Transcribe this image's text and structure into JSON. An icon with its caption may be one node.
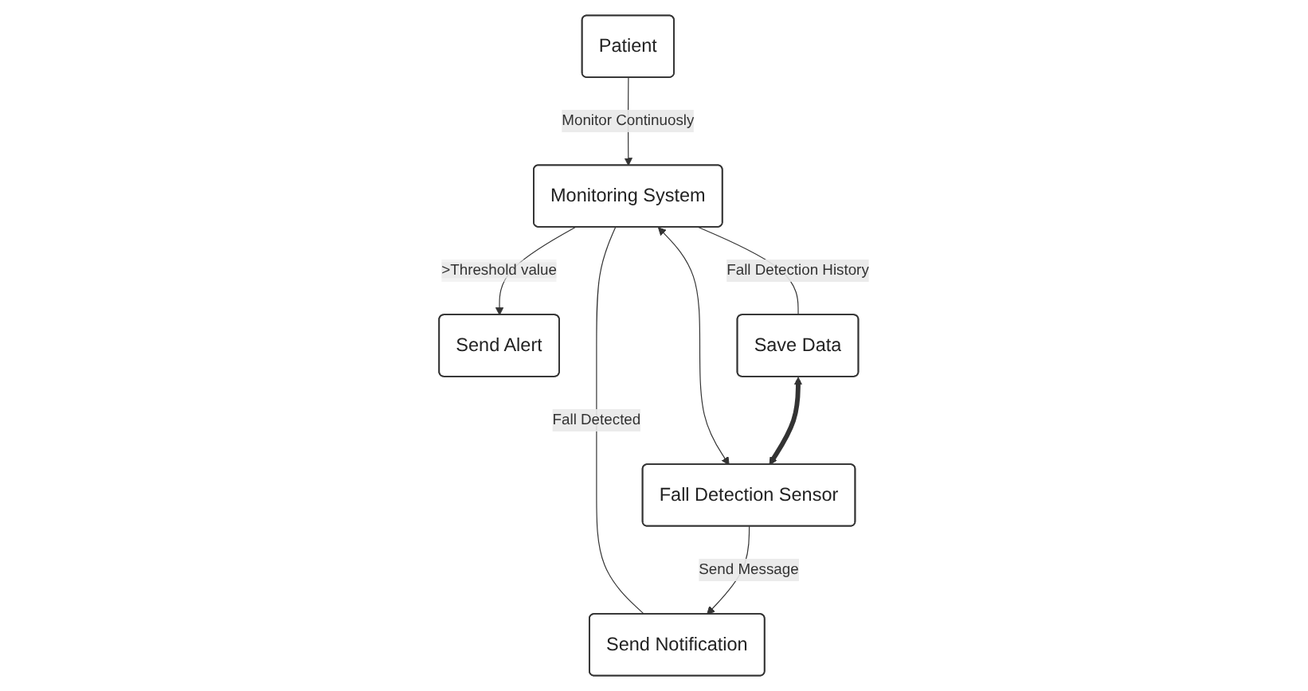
{
  "diagram": {
    "nodes": [
      {
        "text": [
          "Patient"
        ]
      },
      {
        "text": [
          "Monitoring System"
        ]
      },
      {
        "text": [
          "Send Alert"
        ]
      },
      {
        "text": [
          "Save Data"
        ]
      },
      {
        "text": [
          "Fall Detection Sensor"
        ]
      },
      {
        "text": [
          "Send Notification"
        ]
      }
    ],
    "edges": [
      {
        "from": 0,
        "to": 1,
        "arrow": "to",
        "label": "Monitor Continuosly"
      },
      {
        "from": 1,
        "to": 2,
        "arrow": "to",
        "label": ">Threshold value"
      },
      {
        "from": 1,
        "to": 3,
        "arrow": "none",
        "label": "Fall Detection History"
      },
      {
        "from": 1,
        "to": 4,
        "arrow": "both"
      },
      {
        "from": 1,
        "to": 5,
        "arrow": "none",
        "label": "Fall Detected"
      },
      {
        "from": 3,
        "to": 4,
        "arrow": "both",
        "style": "thick"
      },
      {
        "from": 4,
        "to": 5,
        "arrow": "to",
        "label": "Send Message"
      }
    ]
  }
}
